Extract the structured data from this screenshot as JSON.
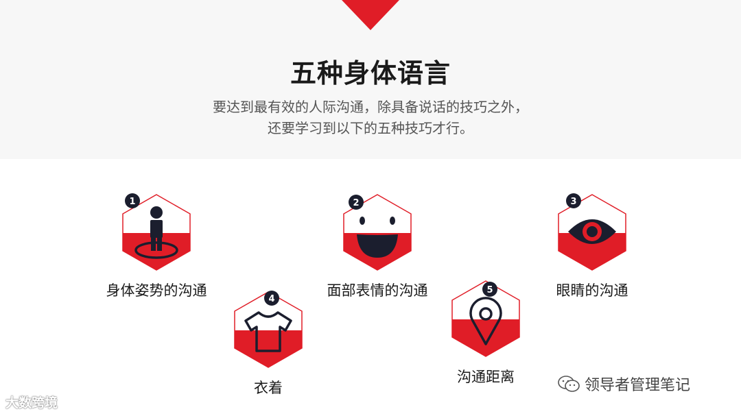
{
  "header": {
    "title": "五种身体语言",
    "subtitle_line1": "要达到最有效的人际沟通，除具备说话的技巧之外，",
    "subtitle_line2": "还要学习到以下的五种技巧才行。"
  },
  "colors": {
    "accent": "#e01d27",
    "dark": "#1b1e2e",
    "badge": "#1b1e2e"
  },
  "items": [
    {
      "number": "1",
      "label": "身体姿势的沟通",
      "icon": "person-standing-icon"
    },
    {
      "number": "2",
      "label": "面部表情的沟通",
      "icon": "smiley-face-icon"
    },
    {
      "number": "3",
      "label": "眼睛的沟通",
      "icon": "eye-icon"
    },
    {
      "number": "4",
      "label": "衣着",
      "icon": "tshirt-icon"
    },
    {
      "number": "5",
      "label": "沟通距离",
      "icon": "location-pin-icon"
    }
  ],
  "watermarks": {
    "left": "大数跨境",
    "right": "领导者管理笔记"
  }
}
